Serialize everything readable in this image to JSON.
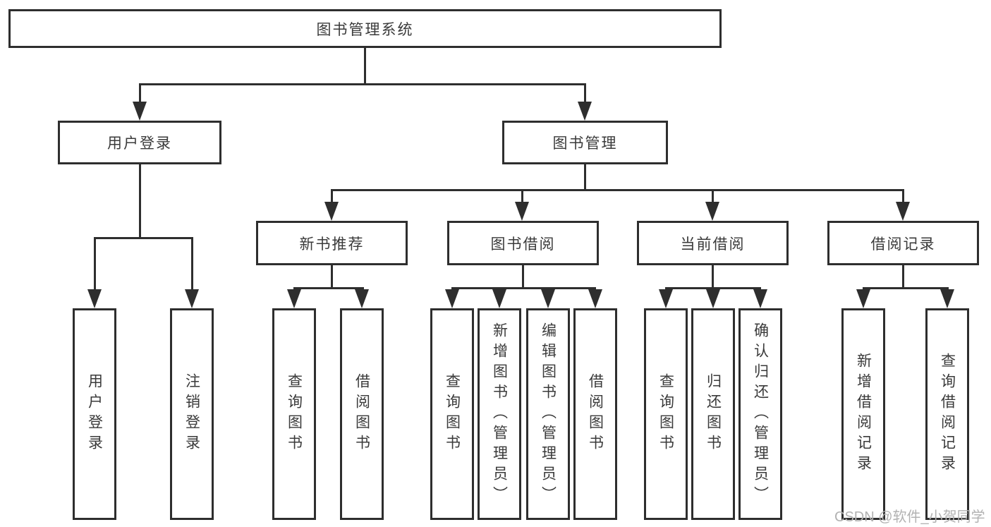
{
  "diagram": {
    "root": "图书管理系统",
    "branches": [
      {
        "label": "用户登录",
        "leaves": [
          "用户登录",
          "注销登录"
        ]
      },
      {
        "label": "图书管理",
        "groups": [
          {
            "label": "新书推荐",
            "leaves": [
              "查询图书",
              "借阅图书"
            ]
          },
          {
            "label": "图书借阅",
            "leaves": [
              "查询图书",
              "新增图书（管理员）",
              "编辑图书（管理员）",
              "借阅图书"
            ]
          },
          {
            "label": "当前借阅",
            "leaves": [
              "查询图书",
              "归还图书",
              "确认归还（管理员）"
            ]
          },
          {
            "label": "借阅记录",
            "leaves": [
              "新增借阅记录",
              "查询借阅记录"
            ]
          }
        ]
      }
    ]
  },
  "watermark": "CSDN @软件_小贺同学",
  "colors": {
    "line": "#2e2e2e",
    "text": "#3a3a3a",
    "watermark": "#b2b2b2",
    "background": "#ffffff"
  }
}
